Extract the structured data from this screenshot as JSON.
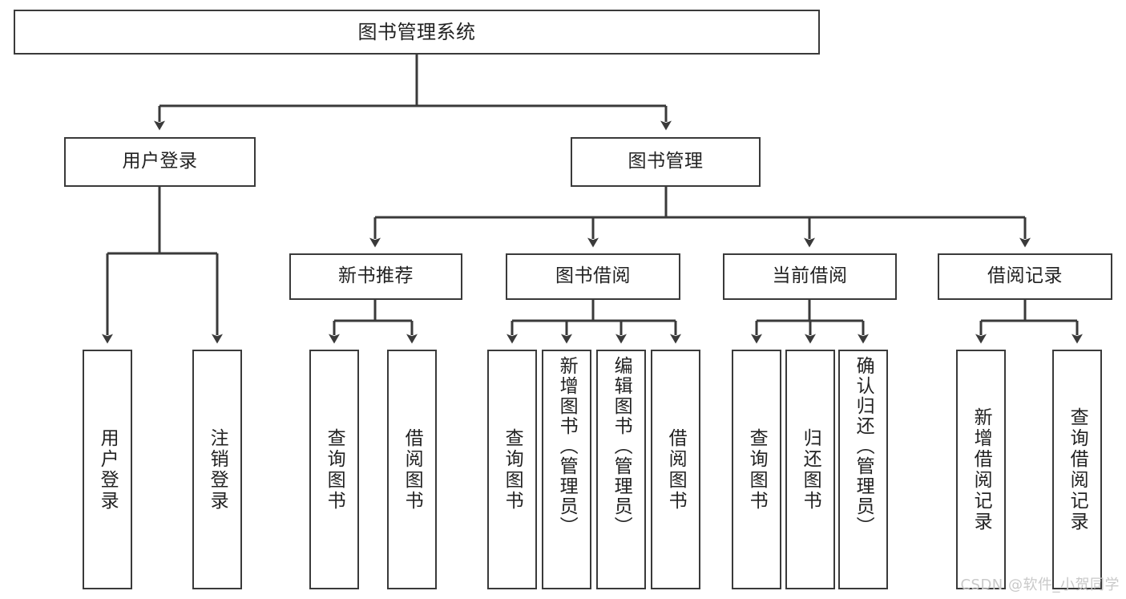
{
  "diagram": {
    "type": "tree",
    "title": "图书管理系统",
    "watermark": "CSDN @软件_小贺同学",
    "root": {
      "id": "root",
      "label": "图书管理系统"
    },
    "level2": [
      {
        "id": "user-login",
        "label": "用户登录"
      },
      {
        "id": "book-manage",
        "label": "图书管理"
      }
    ],
    "level3": [
      {
        "id": "new-book-recommend",
        "label": "新书推荐",
        "parent": "book-manage"
      },
      {
        "id": "book-borrow",
        "label": "图书借阅",
        "parent": "book-manage"
      },
      {
        "id": "current-borrow",
        "label": "当前借阅",
        "parent": "book-manage"
      },
      {
        "id": "borrow-record",
        "label": "借阅记录",
        "parent": "book-manage"
      }
    ],
    "leaves": {
      "user-login": [
        {
          "id": "leaf-user-login",
          "label": "用户登录"
        },
        {
          "id": "leaf-user-logout",
          "label": "注销登录"
        }
      ],
      "new-book-recommend": [
        {
          "id": "leaf-query-book-1",
          "label": "查询图书"
        },
        {
          "id": "leaf-borrow-book-1",
          "label": "借阅图书"
        }
      ],
      "book-borrow": [
        {
          "id": "leaf-query-book-2",
          "label": "查询图书"
        },
        {
          "id": "leaf-add-book",
          "label": "新增图书（管理员）"
        },
        {
          "id": "leaf-edit-book",
          "label": "编辑图书（管理员）"
        },
        {
          "id": "leaf-borrow-book-2",
          "label": "借阅图书"
        }
      ],
      "current-borrow": [
        {
          "id": "leaf-query-book-3",
          "label": "查询图书"
        },
        {
          "id": "leaf-return-book",
          "label": "归还图书"
        },
        {
          "id": "leaf-confirm-return",
          "label": "确认归还（管理员）"
        }
      ],
      "borrow-record": [
        {
          "id": "leaf-add-record",
          "label": "新增借阅记录"
        },
        {
          "id": "leaf-query-record",
          "label": "查询借阅记录"
        }
      ]
    },
    "colors": {
      "stroke": "#3a3a3a",
      "fill": "#ffffff",
      "text": "#222222",
      "watermark": "#c9c9c9"
    }
  }
}
